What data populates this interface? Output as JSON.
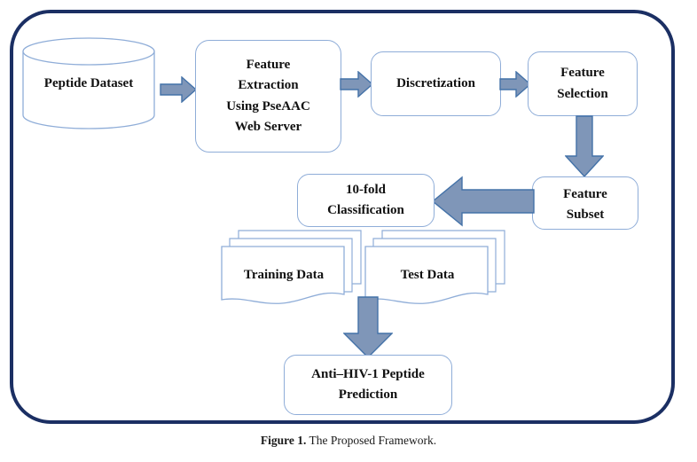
{
  "figure": {
    "caption_label": "Figure 1.",
    "caption_text": " The Proposed Framework."
  },
  "colors": {
    "outer_frame": "#1b2f63",
    "node_border": "#8fadd8",
    "node_fill": "#ffffff",
    "arrow_fill": "#7f96b8",
    "arrow_stroke": "#4472a8",
    "text": "#111111",
    "page_background": "#ffffff"
  },
  "nodes": {
    "peptide_dataset": {
      "label": "Peptide Dataset",
      "shape": "cylinder"
    },
    "feature_extraction": {
      "shape": "rounded-rect",
      "lines": [
        "Feature",
        "Extraction",
        "Using PseAAC",
        "Web Server"
      ]
    },
    "discretization": {
      "shape": "rounded-rect",
      "lines": [
        "Discretization"
      ]
    },
    "feature_selection": {
      "shape": "rounded-rect",
      "lines": [
        "Feature",
        "Selection"
      ]
    },
    "feature_subset": {
      "shape": "rounded-rect",
      "lines": [
        "Feature",
        "Subset"
      ]
    },
    "ten_fold_classification": {
      "shape": "rounded-rect",
      "lines": [
        "10-fold",
        "Classification"
      ]
    },
    "training_data": {
      "shape": "document-stack",
      "label": "Training Data"
    },
    "test_data": {
      "shape": "document-stack",
      "label": "Test Data"
    },
    "prediction": {
      "shape": "rounded-rect",
      "lines": [
        "Anti–HIV-1 Peptide",
        "Prediction"
      ]
    }
  },
  "arrows": [
    {
      "name": "dataset-to-extraction",
      "direction": "right"
    },
    {
      "name": "extraction-to-discretization",
      "direction": "right"
    },
    {
      "name": "discretization-to-selection",
      "direction": "right"
    },
    {
      "name": "selection-to-subset",
      "direction": "down"
    },
    {
      "name": "subset-to-classification",
      "direction": "left"
    },
    {
      "name": "data-to-prediction",
      "direction": "down"
    }
  ]
}
